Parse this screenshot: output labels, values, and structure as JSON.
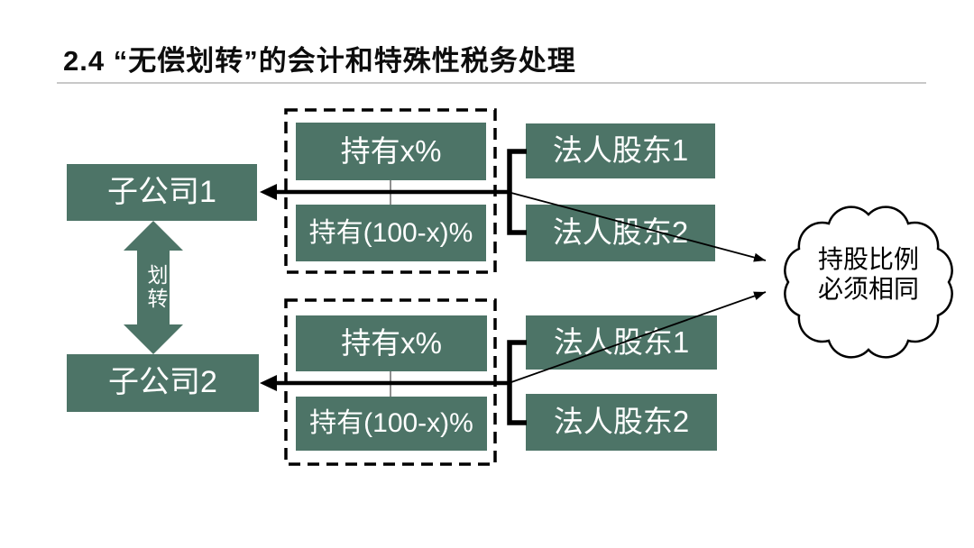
{
  "title": "2.4 “无偿划转”的会计和特殊性税务处理",
  "groups": [
    {
      "subsidiary": "子公司1",
      "holding_top": "持有x%",
      "holding_bottom": "持有(100-x)%",
      "shareholder_top": "法人股东1",
      "shareholder_bottom": "法人股东2"
    },
    {
      "subsidiary": "子公司2",
      "holding_top": "持有x%",
      "holding_bottom": "持有(100-x)%",
      "shareholder_top": "法人股东1",
      "shareholder_bottom": "法人股东2"
    }
  ],
  "transfer": {
    "label": "划转"
  },
  "cloud": {
    "line1": "持股比例",
    "line2": "必须相同"
  },
  "colors": {
    "box_green": "#4d7467",
    "connector_black": "#000000",
    "tick_gray": "#8f8f8f",
    "underline_gray": "#c8c8c8"
  }
}
